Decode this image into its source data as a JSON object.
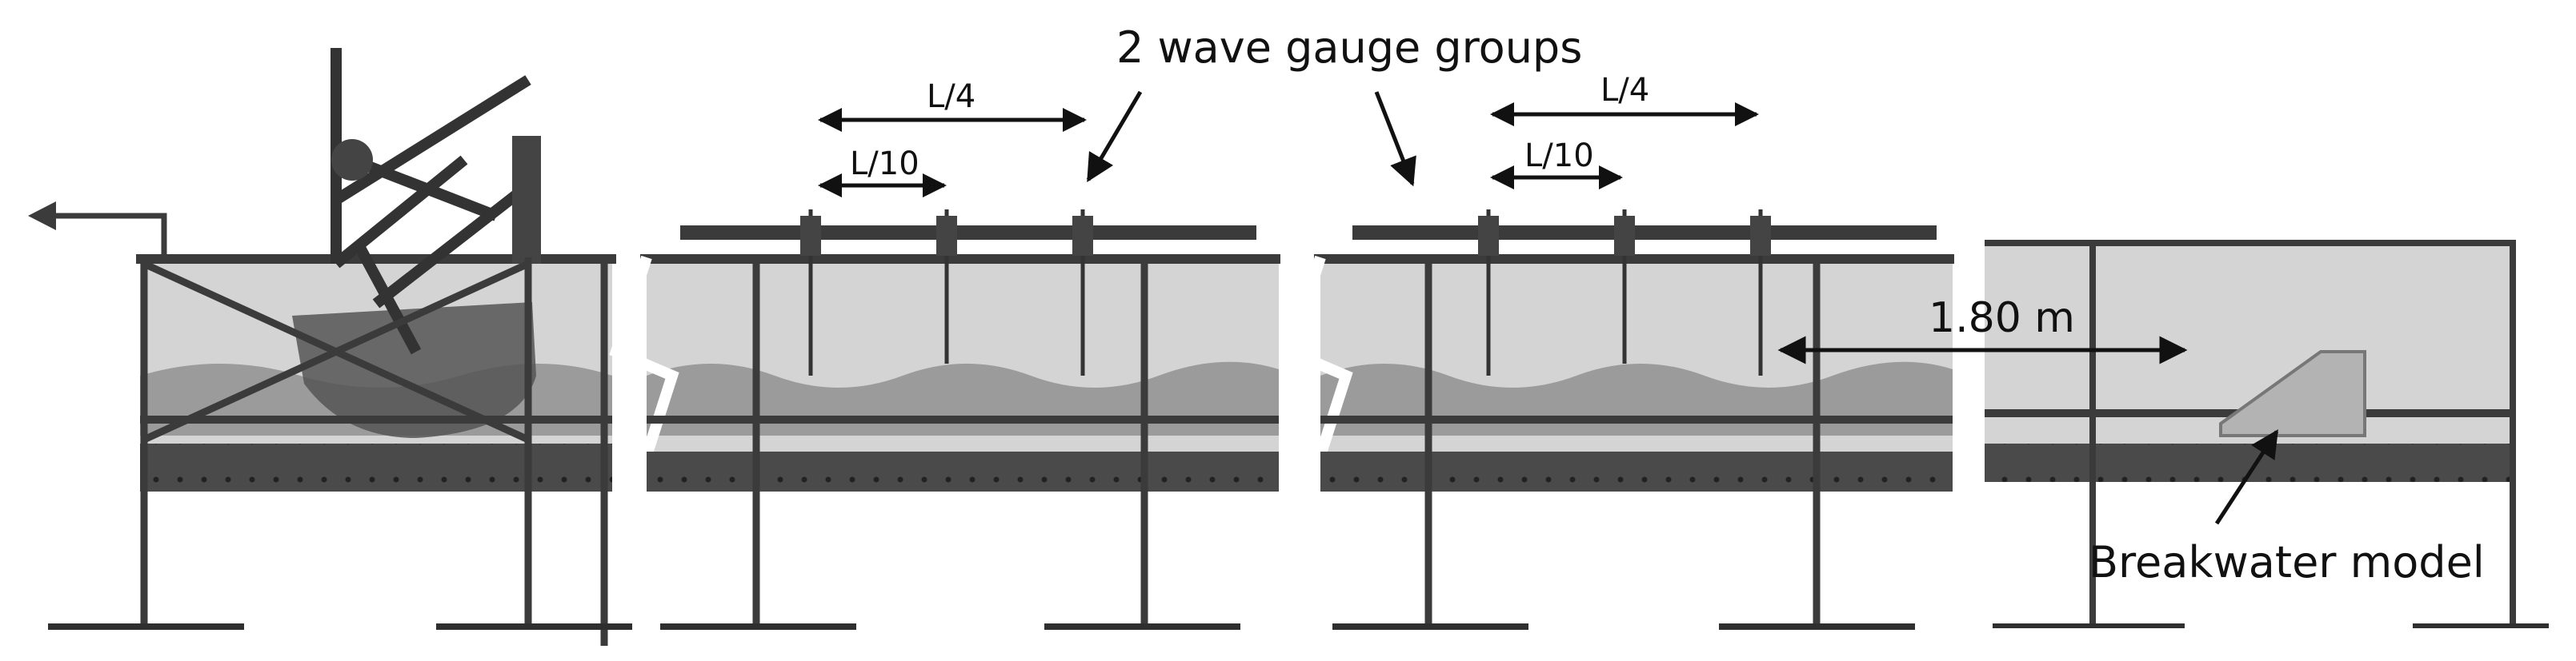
{
  "annotations": {
    "gauge_groups": "2 wave gauge groups",
    "l4_a": "L/4",
    "l10_a": "L/10",
    "l4_b": "L/4",
    "l10_b": "L/10",
    "distance": "1.80 m",
    "breakwater": "Breakwater model"
  },
  "colors": {
    "tank_fill": "#d4d4d4",
    "water_fill": "#9b9b9b",
    "frame": "#3b3b3b",
    "base_beam": "#4a4a4a",
    "paddle": "#555555"
  }
}
